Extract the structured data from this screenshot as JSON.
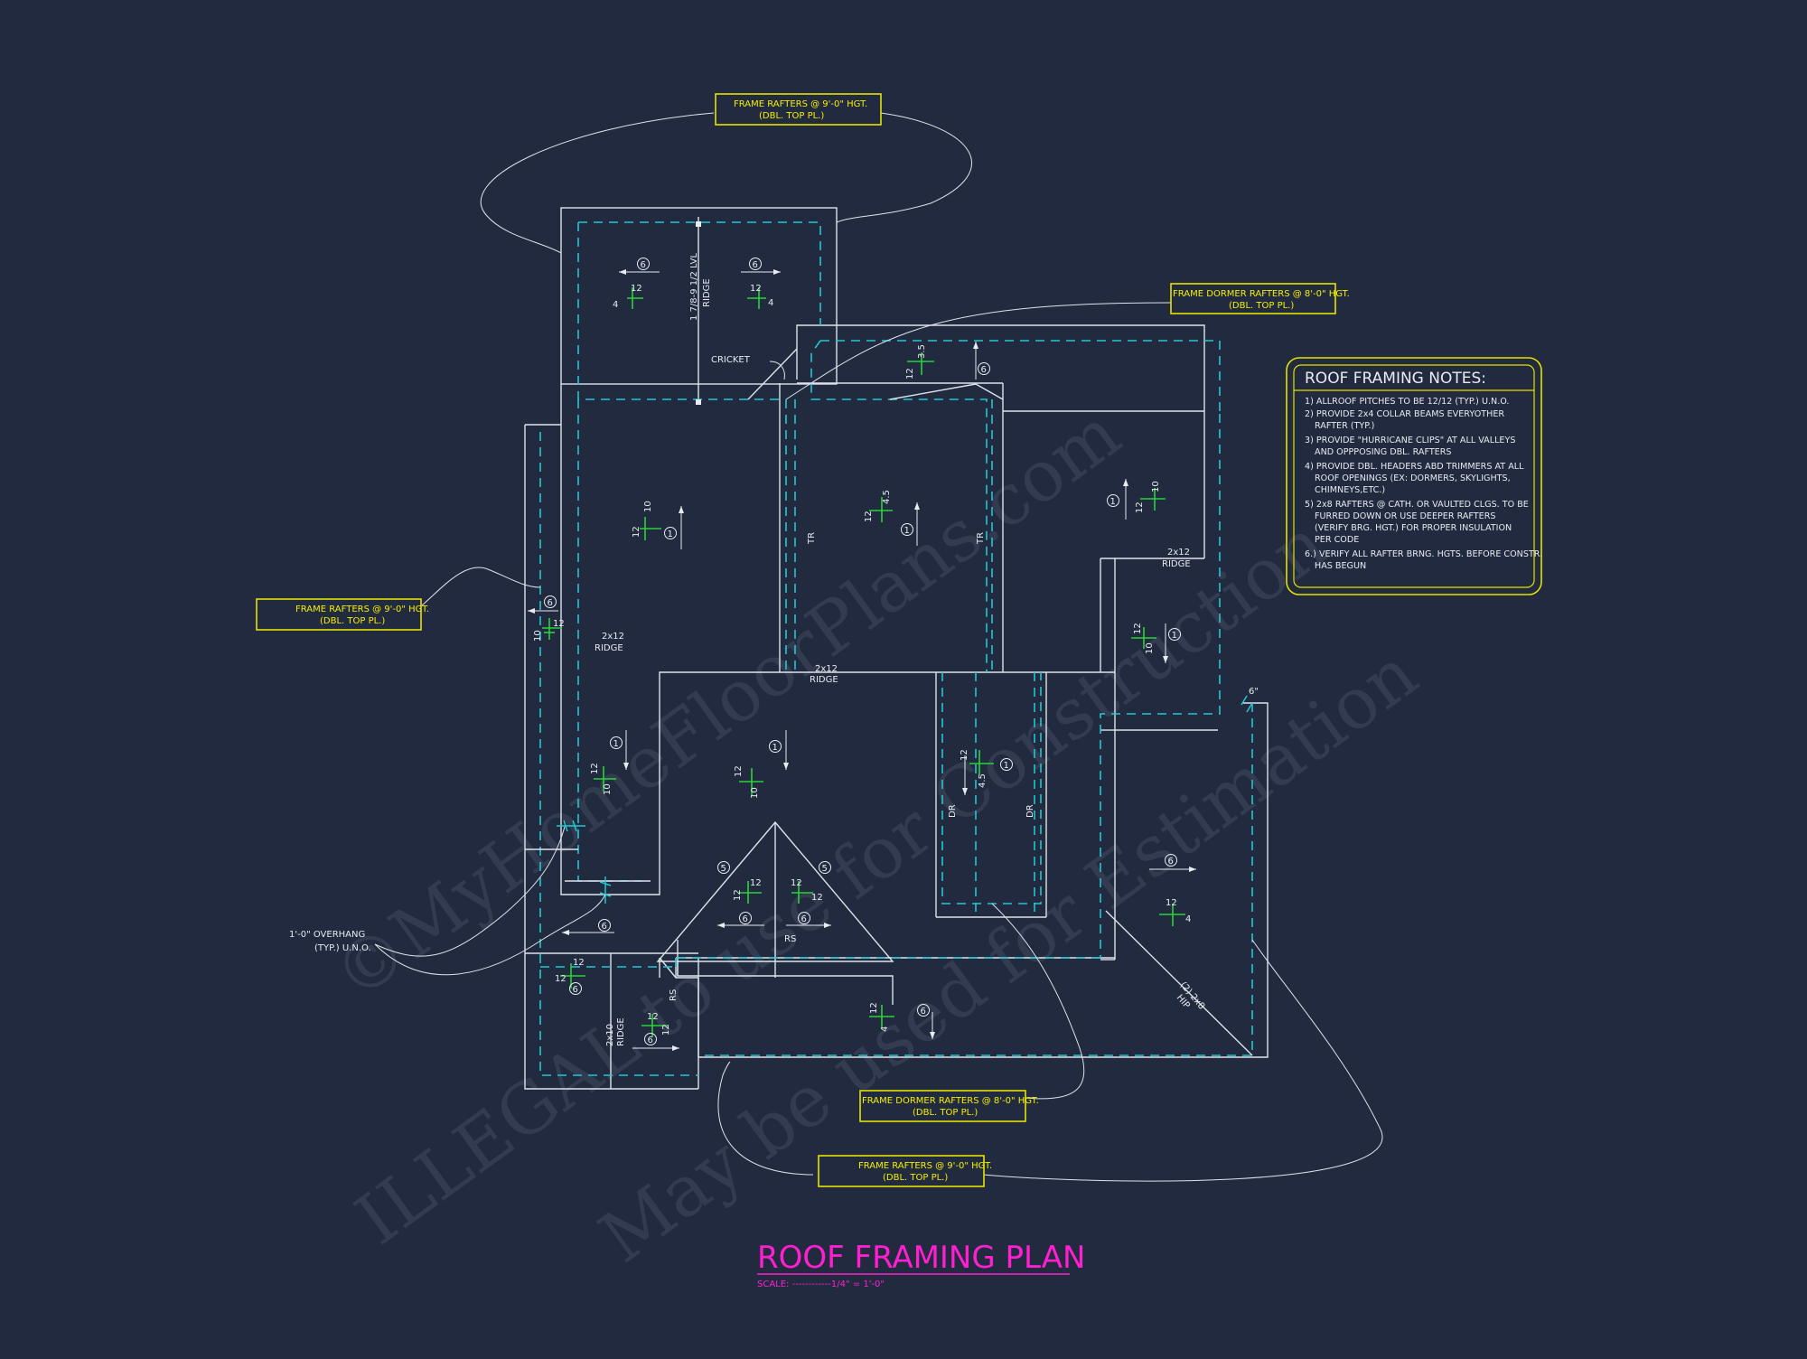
{
  "title": {
    "text": "ROOF FRAMING PLAN",
    "scale_label": "SCALE: ------------1/4\" = 1'-0\"",
    "color": "#ff1fd0"
  },
  "notes": {
    "heading": "ROOF FRAMING NOTES:",
    "lines": [
      "1) ALLROOF PITCHES TO BE  12/12 (TYP.) U.N.O.",
      "2) PROVIDE 2x4 COLLAR BEAMS EVERYOTHER",
      "RAFTER (TYP.)",
      "3) PROVIDE \"HURRICANE CLIPS\" AT ALL VALLEYS",
      "AND OPPPOSING DBL. RAFTERS",
      "4) PROVIDE DBL. HEADERS ABD TRIMMERS AT ALL",
      "ROOF OPENINGS (EX: DORMERS, SKYLIGHTS,",
      "CHIMNEYS,ETC.)",
      "5) 2x8 RAFTERS @ CATH. OR VAULTED CLGS. TO BE",
      "FURRED DOWN OR USE DEEPER RAFTERS",
      "(VERIFY BRG. HGT.) FOR PROPER INSULATION",
      "PER CODE",
      "6.) VERIFY ALL RAFTER BRNG. HGTS. BEFORE CONSTR.",
      "HAS BEGUN"
    ]
  },
  "callouts": [
    {
      "line1": "FRAME RAFTERS @ 9'-0\" HGT.",
      "line2": "(DBL. TOP PL.)"
    },
    {
      "line1": "FRAME DORMER RAFTERS @ 8'-0\" HGT.",
      "line2": "(DBL. TOP PL.)"
    },
    {
      "line1": "FRAME RAFTERS @ 9'-0\" HGT.",
      "line2": "(DBL. TOP PL.)"
    },
    {
      "line1": "FRAME DORMER RAFTERS @ 8'-0\" HGT.",
      "line2": "(DBL. TOP PL.)"
    },
    {
      "line1": "FRAME RAFTERS @ 9'-0\" HGT.",
      "line2": "(DBL. TOP PL.)"
    }
  ],
  "overhang": {
    "line1": "1'-0\" OVERHANG",
    "line2": "(TYP.) U.N.O."
  },
  "labels": {
    "cricket": "CRICKET",
    "ridge_lvl": "1 7/8-9 1/2 LVL",
    "ridge": "RIDGE",
    "ridge_2x12": "2x12",
    "ridge_2x10": "2x10",
    "ridge_left": "2x12",
    "ridge_right": "2x12",
    "tr": "TR",
    "dr": "DR",
    "rs": "RS",
    "hip": "(2) 2x8",
    "hip_word": "HIP"
  },
  "symbols": {
    "s1": "1",
    "s5": "5",
    "s6": "6"
  },
  "pitch": {
    "p12": "12",
    "p4": "4",
    "p10": "10",
    "p35": "3.5",
    "p45": "4.5",
    "p6": "6\""
  },
  "watermark": {
    "line1": "©MyHomeFloorPlans.com",
    "line2": "ILLEGAL to use for Construction",
    "line3": "May be used for Estimation"
  }
}
